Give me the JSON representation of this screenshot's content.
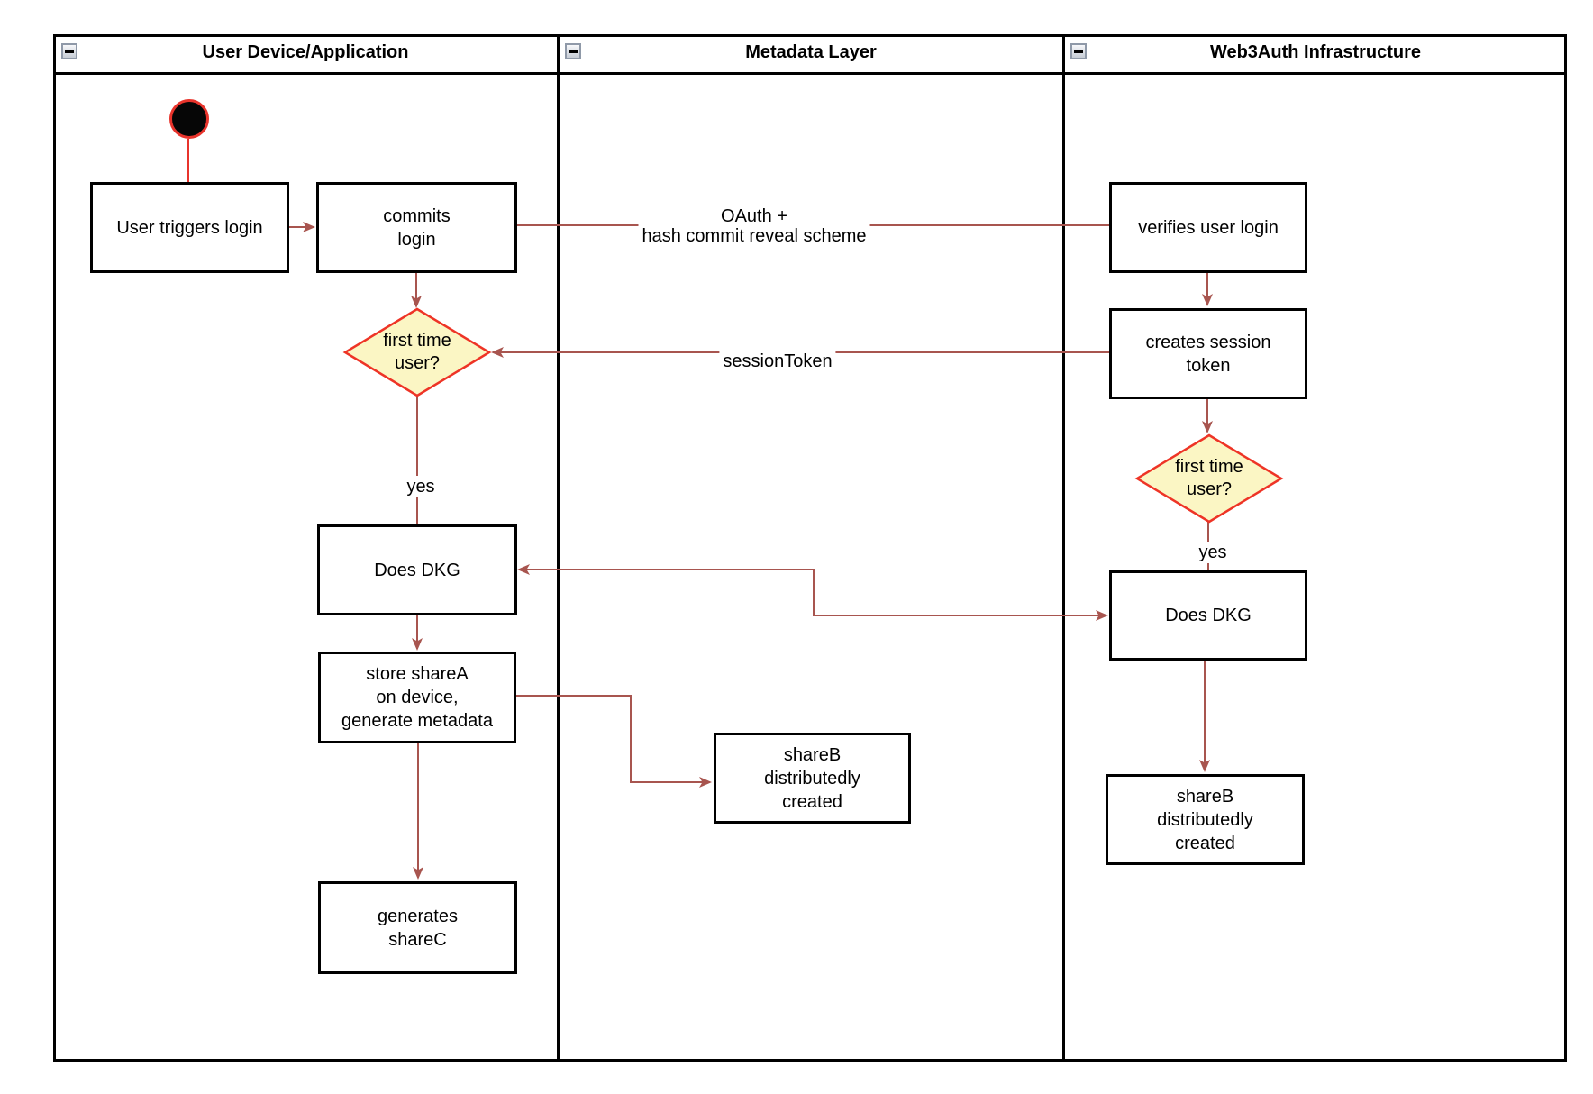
{
  "lanes": [
    {
      "title": "User Device/Application"
    },
    {
      "title": "Metadata Layer"
    },
    {
      "title": "Web3Auth Infrastructure"
    }
  ],
  "icons": {
    "collapse": "minus-square-icon"
  },
  "nodes": {
    "user_triggers_login": "User triggers login",
    "commits_login": "commits\nlogin",
    "first_time_user_device": "first time\nuser?",
    "does_dkg_device": "Does DKG",
    "store_sharea": "store shareA\non device,\ngenerate metadata",
    "generates_sharec": "generates\nshareC",
    "shareb_metadata": "shareB\ndistributedly\ncreated",
    "verifies_user_login": "verifies user login",
    "creates_session_token": "creates session\ntoken",
    "first_time_user_infra": "first time\nuser?",
    "does_dkg_infra": "Does DKG",
    "shareb_infra": "shareB\ndistributedly\ncreated"
  },
  "edge_labels": {
    "oauth": "OAuth +\nhash commit reveal scheme",
    "session_token": "sessionToken",
    "yes_device": "yes",
    "yes_infra": "yes"
  },
  "colors": {
    "edge": "#A8554F",
    "start_node_stroke": "#E8342C",
    "start_node_fill": "#060606",
    "decision_fill": "#FBF6C4",
    "decision_stroke": "#EE3426",
    "box_border": "#000000",
    "lane_border": "#000000",
    "background": "#FFFFFF"
  }
}
